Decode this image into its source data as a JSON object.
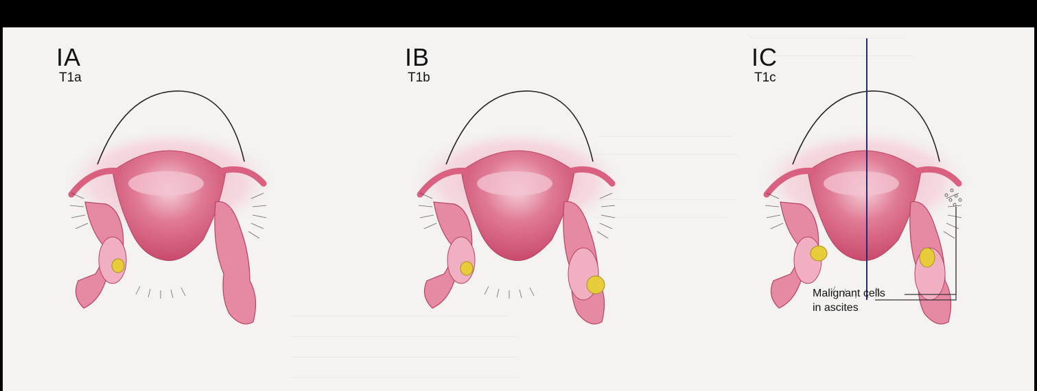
{
  "panels": [
    {
      "stage": "IA",
      "tnm": "T1a"
    },
    {
      "stage": "IB",
      "tnm": "T1b"
    },
    {
      "stage": "IC",
      "tnm": "T1c"
    }
  ],
  "callout": {
    "line1": "Malignant cells",
    "line2": "in ascites"
  },
  "colors": {
    "uterus": "#d9607e",
    "glow": "#f2b5c4",
    "tumor": "#e8cd3a",
    "stage_line": "#1c2a6e"
  }
}
